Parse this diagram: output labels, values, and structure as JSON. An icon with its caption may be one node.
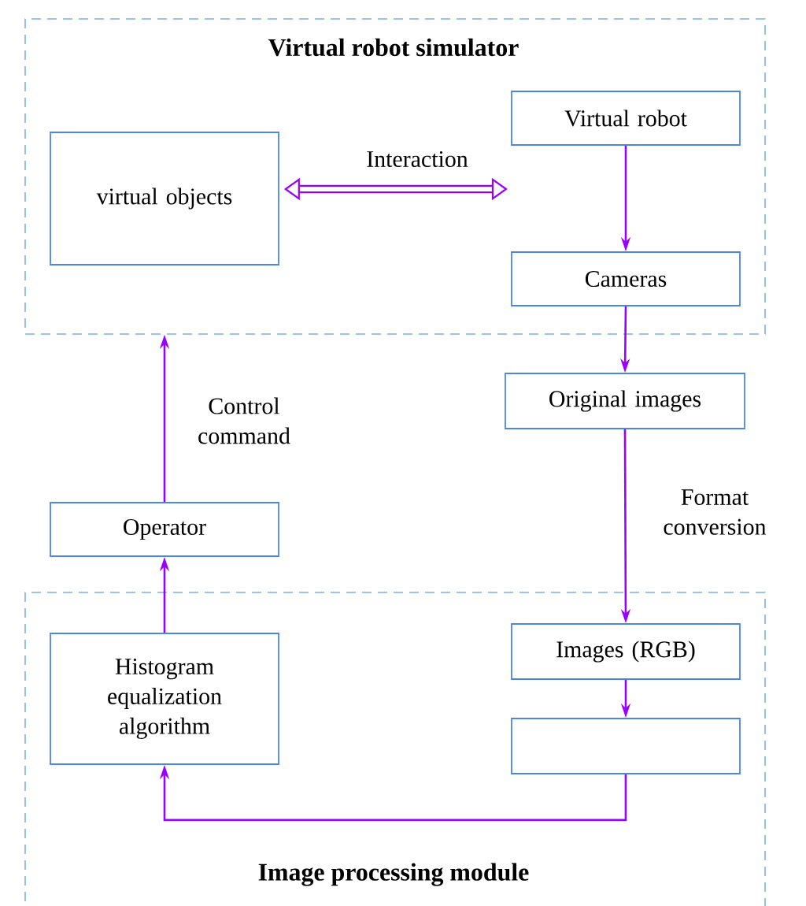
{
  "diagram": {
    "nodes": [
      {
        "text": [
          "Virtual robot simulator"
        ]
      },
      {
        "text": [
          "virtual objects"
        ],
        "in": 0
      },
      {
        "text": [
          "Virtual robot"
        ],
        "in": 0
      },
      {
        "text": [
          "Cameras"
        ],
        "in": 0
      },
      {
        "text": [
          "Original images"
        ]
      },
      {
        "text": [
          "Operator"
        ]
      },
      {
        "text": [
          "Image processing module"
        ]
      },
      {
        "text": [
          "Histogram equalization algorithm"
        ],
        "in": 6
      },
      {
        "text": [
          "Images (RGB)"
        ],
        "in": 6
      },
      {
        "text": [],
        "shape": "box",
        "in": 6
      }
    ],
    "edges": [
      {
        "from": 1,
        "to": null,
        "arrow": "both",
        "label": "Interaction",
        "style": "thick"
      },
      {
        "from": 2,
        "to": 3,
        "arrow": "to"
      },
      {
        "from": 3,
        "to": 4,
        "arrow": "to"
      },
      {
        "from": 4,
        "to": 8,
        "arrow": "to",
        "label": "Format conversion"
      },
      {
        "from": 8,
        "to": 9,
        "arrow": "to"
      },
      {
        "from": 9,
        "to": 7,
        "arrow": "to"
      },
      {
        "from": 7,
        "to": 5,
        "arrow": "to"
      },
      {
        "from": 5,
        "to": 0,
        "arrow": "to",
        "label": "Control command"
      }
    ]
  }
}
